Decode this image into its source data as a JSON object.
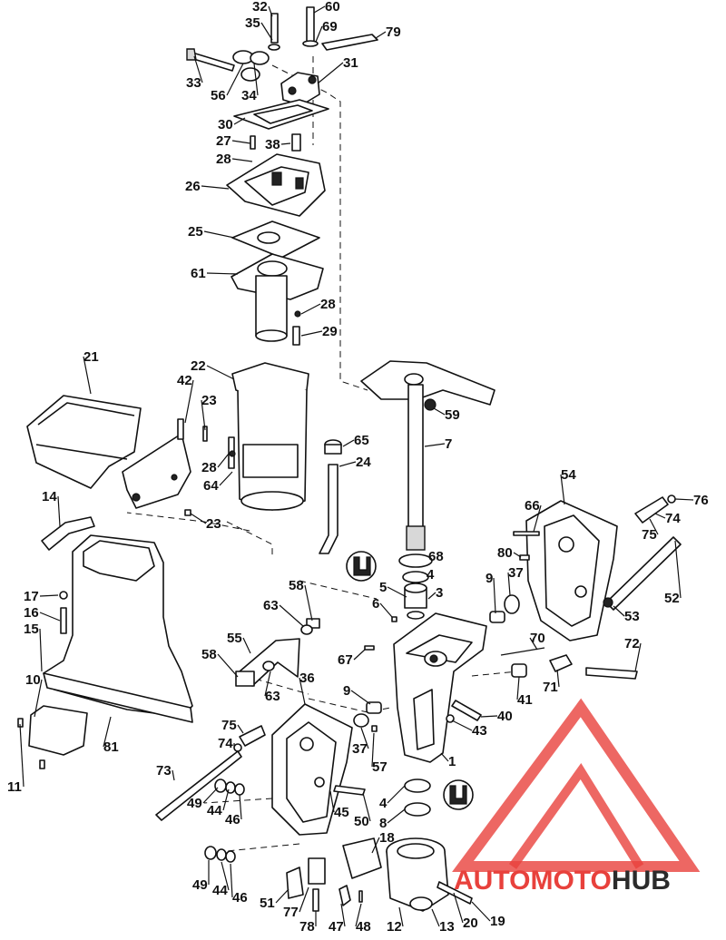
{
  "diagram": {
    "callouts": [
      {
        "label": "32"
      },
      {
        "label": "35"
      },
      {
        "label": "60"
      },
      {
        "label": "69"
      },
      {
        "label": "79"
      },
      {
        "label": "33"
      },
      {
        "label": "56"
      },
      {
        "label": "34"
      },
      {
        "label": "31"
      },
      {
        "label": "30"
      },
      {
        "label": "27"
      },
      {
        "label": "38"
      },
      {
        "label": "28"
      },
      {
        "label": "26"
      },
      {
        "label": "25"
      },
      {
        "label": "61"
      },
      {
        "label": "28"
      },
      {
        "label": "29"
      },
      {
        "label": "21"
      },
      {
        "label": "22"
      },
      {
        "label": "42"
      },
      {
        "label": "23"
      },
      {
        "label": "59"
      },
      {
        "label": "65"
      },
      {
        "label": "7"
      },
      {
        "label": "28"
      },
      {
        "label": "24"
      },
      {
        "label": "64"
      },
      {
        "label": "14"
      },
      {
        "label": "23"
      },
      {
        "label": "54"
      },
      {
        "label": "66"
      },
      {
        "label": "76"
      },
      {
        "label": "74"
      },
      {
        "label": "75"
      },
      {
        "label": "68"
      },
      {
        "label": "80"
      },
      {
        "label": "4"
      },
      {
        "label": "5"
      },
      {
        "label": "3"
      },
      {
        "label": "9"
      },
      {
        "label": "37"
      },
      {
        "label": "52"
      },
      {
        "label": "17"
      },
      {
        "label": "16"
      },
      {
        "label": "15"
      },
      {
        "label": "58"
      },
      {
        "label": "63"
      },
      {
        "label": "6"
      },
      {
        "label": "53"
      },
      {
        "label": "55"
      },
      {
        "label": "70"
      },
      {
        "label": "72"
      },
      {
        "label": "58"
      },
      {
        "label": "67"
      },
      {
        "label": "10"
      },
      {
        "label": "36"
      },
      {
        "label": "63"
      },
      {
        "label": "9"
      },
      {
        "label": "41"
      },
      {
        "label": "71"
      },
      {
        "label": "40"
      },
      {
        "label": "81"
      },
      {
        "label": "75"
      },
      {
        "label": "43"
      },
      {
        "label": "74"
      },
      {
        "label": "37"
      },
      {
        "label": "57"
      },
      {
        "label": "11"
      },
      {
        "label": "1"
      },
      {
        "label": "73"
      },
      {
        "label": "49"
      },
      {
        "label": "44"
      },
      {
        "label": "46"
      },
      {
        "label": "45"
      },
      {
        "label": "4"
      },
      {
        "label": "50"
      },
      {
        "label": "8"
      },
      {
        "label": "18"
      },
      {
        "label": "49"
      },
      {
        "label": "44"
      },
      {
        "label": "46"
      },
      {
        "label": "51"
      },
      {
        "label": "77"
      },
      {
        "label": "78"
      },
      {
        "label": "47"
      },
      {
        "label": "48"
      },
      {
        "label": "12"
      },
      {
        "label": "13"
      },
      {
        "label": "20"
      },
      {
        "label": "19"
      }
    ]
  },
  "watermark": {
    "part1": "AUTOMOTO",
    "part2": "HUB",
    "color_accent": "#e8413c",
    "color_dark": "#2b2b2b"
  }
}
